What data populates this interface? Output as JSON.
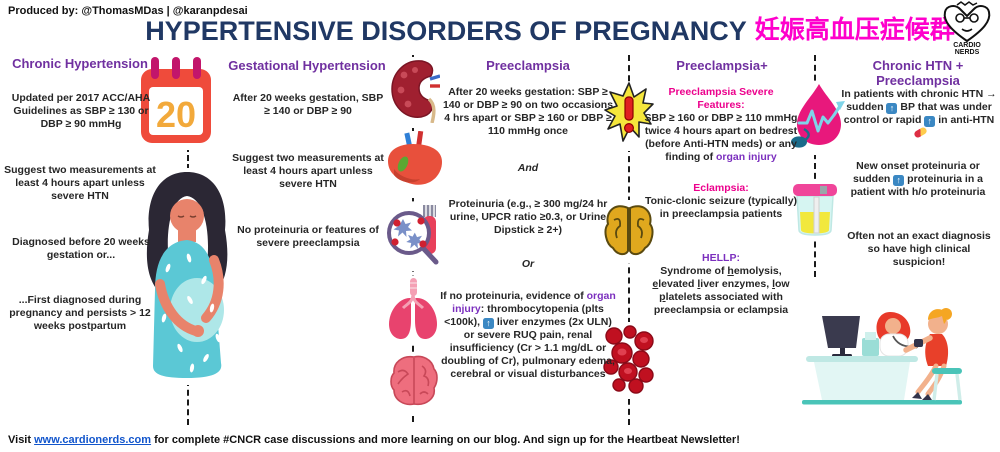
{
  "header": {
    "produced_by": "Produced by: @ThomasMDas | @karanpdesai",
    "title": "HYPERTENSIVE DISORDERS OF PREGNANCY",
    "title_chinese": "妊娠高血压症候群"
  },
  "logo": {
    "line1": "CARDIO",
    "line2": "NERDS"
  },
  "calendar": {
    "day": "20"
  },
  "accent_colors": {
    "header_purple": "#7030A0",
    "magenta": "#EC008C",
    "organ_injury_purple": "#7B2FBE",
    "title_navy": "#203864",
    "title_magenta": "#FF00CC"
  },
  "columns": [
    {
      "header": "Chronic Hypertension",
      "blocks": [
        "Updated per 2017 ACC/AHA Guidelines as SBP ≥ 130 or DBP ≥ 90 mmHg",
        "Suggest two measurements at least 4 hours apart unless severe HTN",
        "Diagnosed before 20 weeks gestation or...",
        "...First diagnosed during pregnancy and persists > 12 weeks postpartum"
      ]
    },
    {
      "header": "Gestational Hypertension",
      "blocks": [
        "After 20 weeks gestation, SBP ≥ 140 or DBP ≥ 90",
        "Suggest two measurements at least 4 hours apart unless severe HTN",
        "No proteinuria or features of severe preeclampsia"
      ]
    },
    {
      "header": "Preeclampsia",
      "block1": "After 20 weeks gestation: SBP ≥ 140 or DBP ≥ 90 on two occasions 4 hrs apart or SBP ≥ 160 or DBP ≥ 110 mmHg once",
      "conj1": "And",
      "block2": "Proteinuria (e.g., ≥ 300 mg/24 hr urine, UPCR ratio ≥0.3, or Urine Dipstick ≥ 2+)",
      "conj2": "Or",
      "block3": [
        {
          "t": "If no proteinuria, evidence of "
        },
        {
          "t": "organ injury",
          "cls": "accent-purple"
        },
        {
          "t": ": thrombocytopenia (plts <100k), "
        },
        {
          "t": "↑",
          "cls": "emoji-up"
        },
        {
          "t": " liver enzymes (2x ULN) or severe RUQ pain, renal insufficiency (Cr > 1.1 mg/dL or doubling of Cr), pulmonary edema, cerebral or visual disturbances"
        }
      ]
    },
    {
      "header": "Preeclampsia+",
      "block1": [
        {
          "t": "Preeclampsia Severe Features:",
          "cls": "accent-magenta"
        },
        {
          "br": true
        },
        {
          "t": "SBP ≥ 160 or DBP ≥ 110 mmHg twice 4 hours apart on bedrest (before Anti-HTN meds) or any finding of "
        },
        {
          "t": "organ injury",
          "cls": "accent-purple"
        }
      ],
      "block2": [
        {
          "t": "Eclampsia:",
          "cls": "accent-magenta"
        },
        {
          "br": true
        },
        {
          "t": "Tonic-clonic seizure (typically) in preeclampsia patients"
        }
      ],
      "block3": [
        {
          "t": "HELLP:",
          "cls": "accent-purple"
        },
        {
          "br": true
        },
        {
          "t": "Syndrome of "
        },
        {
          "t": "h",
          "cls": "u"
        },
        {
          "t": "emolysis, "
        },
        {
          "t": "e",
          "cls": "u"
        },
        {
          "t": "levated "
        },
        {
          "t": "l",
          "cls": "u"
        },
        {
          "t": "iver enzymes, "
        },
        {
          "t": "l",
          "cls": "u"
        },
        {
          "t": "ow "
        },
        {
          "t": "p",
          "cls": "u"
        },
        {
          "t": "latelets associated with preeclampsia or eclampsia"
        }
      ]
    },
    {
      "header": "Chronic HTN + Preeclampsia",
      "block1": [
        {
          "t": "In patients with chronic HTN → sudden "
        },
        {
          "t": "↑",
          "cls": "emoji-up"
        },
        {
          "t": " BP that was under control or rapid "
        },
        {
          "t": "↑",
          "cls": "emoji-up"
        },
        {
          "t": " in anti-HTN "
        },
        {
          "t": "",
          "cls": "emoji-pill"
        }
      ],
      "block2": [
        {
          "t": "New onset proteinuria or sudden "
        },
        {
          "t": "↑",
          "cls": "emoji-up"
        },
        {
          "t": " proteinuria in a patient with h/o proteinuria"
        }
      ],
      "block3": "Often not an exact diagnosis so have high clinical suspicion!"
    }
  ],
  "footer": [
    {
      "t": "Visit "
    },
    {
      "t": "www.cardionerds.com",
      "cls": "link"
    },
    {
      "t": " for complete #CNCR case discussions and more learning on our blog. And sign up for the Heartbeat Newsletter!"
    }
  ]
}
